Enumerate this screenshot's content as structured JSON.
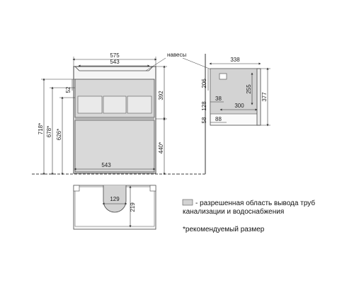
{
  "front_view": {
    "top_width": "575",
    "inner_width_top": "543",
    "height_upper": "392",
    "height_lower": "440*",
    "gap_52": "52",
    "bottom_width": "543",
    "overall_718": "718*",
    "overall_678": "678*",
    "overall_626": "626*",
    "hinges_label": "навесы"
  },
  "side_view": {
    "depth": "338",
    "dim_206": "206",
    "dim_255": "255",
    "dim_377": "377",
    "dim_38": "38",
    "dim_300": "300",
    "dim_128": "128",
    "dim_58": "58",
    "dim_88": "88"
  },
  "plan_view": {
    "dim_129": "129",
    "dim_219": "219"
  },
  "legend": {
    "swatch_color": "#d3d3d3",
    "line1": "- разрешенная область вывода труб",
    "line2": "канализации и водоснабжения",
    "footnote": "*рекомендуемый размер"
  }
}
